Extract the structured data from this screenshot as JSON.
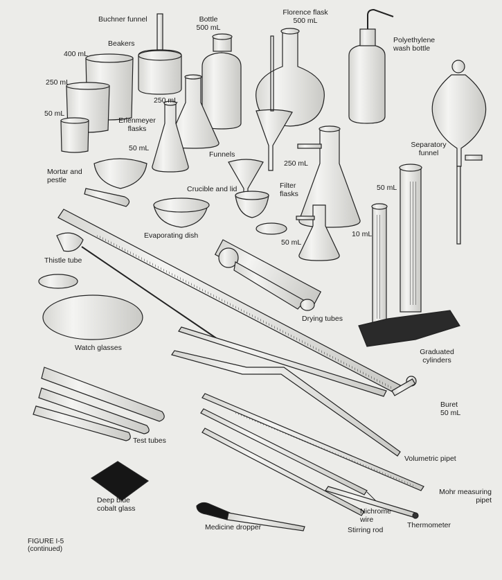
{
  "labels": {
    "buchner_funnel": "Buchner funnel",
    "bottle": "Bottle\n500 mL",
    "florence_flask": "Florence flask\n500 mL",
    "wash_bottle": "Polyethylene\nwash bottle",
    "beakers": "Beakers",
    "beaker_400": "400 mL",
    "beaker_250": "250 mL",
    "beaker_50": "50 mL",
    "erlenmeyer_250": "250 mL",
    "erlenmeyer_flasks": "Erlenmeyer\nflasks",
    "erlenmeyer_50": "50 mL",
    "funnels": "Funnels",
    "filter_250": "250 mL",
    "separatory_funnel": "Separatory\nfunnel",
    "mortar_pestle": "Mortar and\npestle",
    "crucible_lid": "Crucible and lid",
    "filter_flasks": "Filter\nflasks",
    "grad_50": "50 mL",
    "evaporating_dish": "Evaporating dish",
    "filter_50": "50 mL",
    "grad_10": "10 mL",
    "thistle_tube": "Thistle tube",
    "drying_tubes": "Drying tubes",
    "graduated_cylinders": "Graduated\ncylinders",
    "watch_glasses": "Watch glasses",
    "buret": "Buret\n50 mL",
    "test_tubes": "Test tubes",
    "volumetric_pipet": "Volumetric pipet",
    "mohr_pipet": "Mohr measuring\npipet",
    "cobalt_glass": "Deep blue\ncobalt glass",
    "nichrome_wire": "Nichrome\nwire",
    "medicine_dropper": "Medicine dropper",
    "stirring_rod": "Stirring rod",
    "thermometer": "Thermometer"
  },
  "caption": {
    "figure": "FIGURE I-5",
    "note": "(continued)"
  }
}
